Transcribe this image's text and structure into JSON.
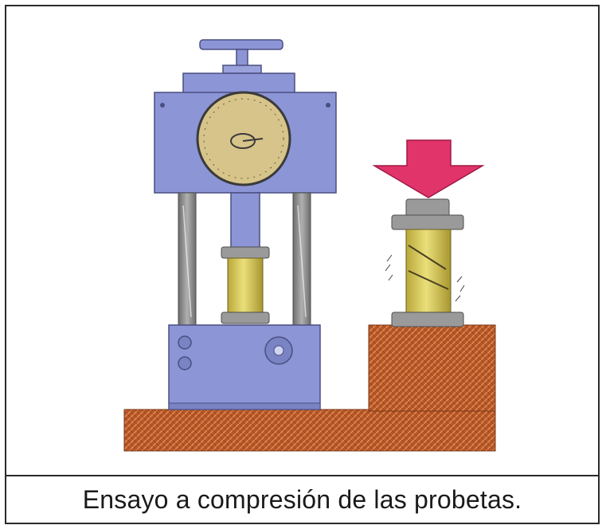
{
  "caption": "Ensayo a compresión de las probetas.",
  "illustration": {
    "machine": "compression-testing-machine",
    "specimen": "cylindrical-test-specimen",
    "load_arrow": "downward-load-arrow",
    "ground": "hatched-ground-base"
  },
  "colors": {
    "machine_blue": "#8c95d6",
    "machine_outline": "#4a4f80",
    "dial_face": "#d7c48a",
    "specimen_yellow": "#d9c95c",
    "arrow_red": "#e0346a",
    "ground_brown": "#b6562a",
    "column_gray": "#8a8a8a"
  }
}
